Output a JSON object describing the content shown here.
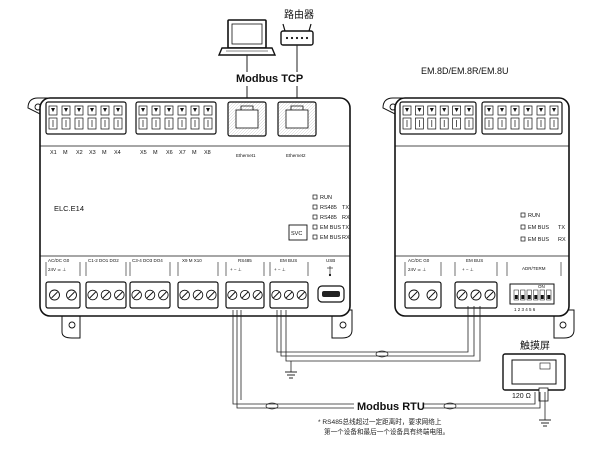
{
  "labels": {
    "router": "路由器",
    "modbus_tcp": "Modbus TCP",
    "expansion_model": "EM.8D/EM.8R/EM.8U",
    "main_model": "ELC.E14",
    "ethernet1": "Ethernet1",
    "ethernet2": "Ethernet2",
    "svc": "SVC",
    "touchscreen": "触摸屏",
    "resistor": "120 Ω",
    "modbus_rtu": "Modbus RTU",
    "note_line1": "* RS485总线超过一定距离时，要求网络上",
    "note_line2": "第一个设备和最后一个设备具有终端电阻。"
  },
  "main_top_terminals": {
    "left": [
      "X1",
      "M",
      "X2",
      "X3",
      "M",
      "X4"
    ],
    "right": [
      "X5",
      "M",
      "X6",
      "X7",
      "M",
      "X8"
    ]
  },
  "main_leds": [
    {
      "name": "RUN",
      "suffix": ""
    },
    {
      "name": "RS485",
      "suffix": "TX"
    },
    {
      "name": "RS485",
      "suffix": "RX"
    },
    {
      "name": "EM  BUS",
      "suffix": "TX"
    },
    {
      "name": "EM  BUS",
      "suffix": "RX"
    }
  ],
  "main_bottom_groups": [
    {
      "title": "AC/DC  G0",
      "sub": "24V  ≃  ⊥"
    },
    {
      "title": "C1-2 DO1 DO2",
      "sub": ""
    },
    {
      "title": "C3-4 DO3 DO4",
      "sub": ""
    },
    {
      "title": "X9   M   X10",
      "sub": ""
    },
    {
      "title": "RS485",
      "sub": "+    −    ⊥"
    },
    {
      "title": "EM BUS",
      "sub": "+    −    ⊥"
    },
    {
      "title": "USB",
      "sub": ""
    }
  ],
  "exp_leds": [
    {
      "name": "RUN",
      "suffix": ""
    },
    {
      "name": "EM  BUS",
      "suffix": "TX"
    },
    {
      "name": "EM  BUS",
      "suffix": "RX"
    }
  ],
  "exp_bottom_groups": [
    {
      "title": "AC/DC  G0",
      "sub": "24V  ≃  ⊥"
    },
    {
      "title": "EM BUS",
      "sub": "+    −    ⊥"
    },
    {
      "title": "ADR/TERM",
      "sub": "1 2 3 4 5 6"
    }
  ],
  "dip_on_label": "ON",
  "ground_symbol": "⊥"
}
